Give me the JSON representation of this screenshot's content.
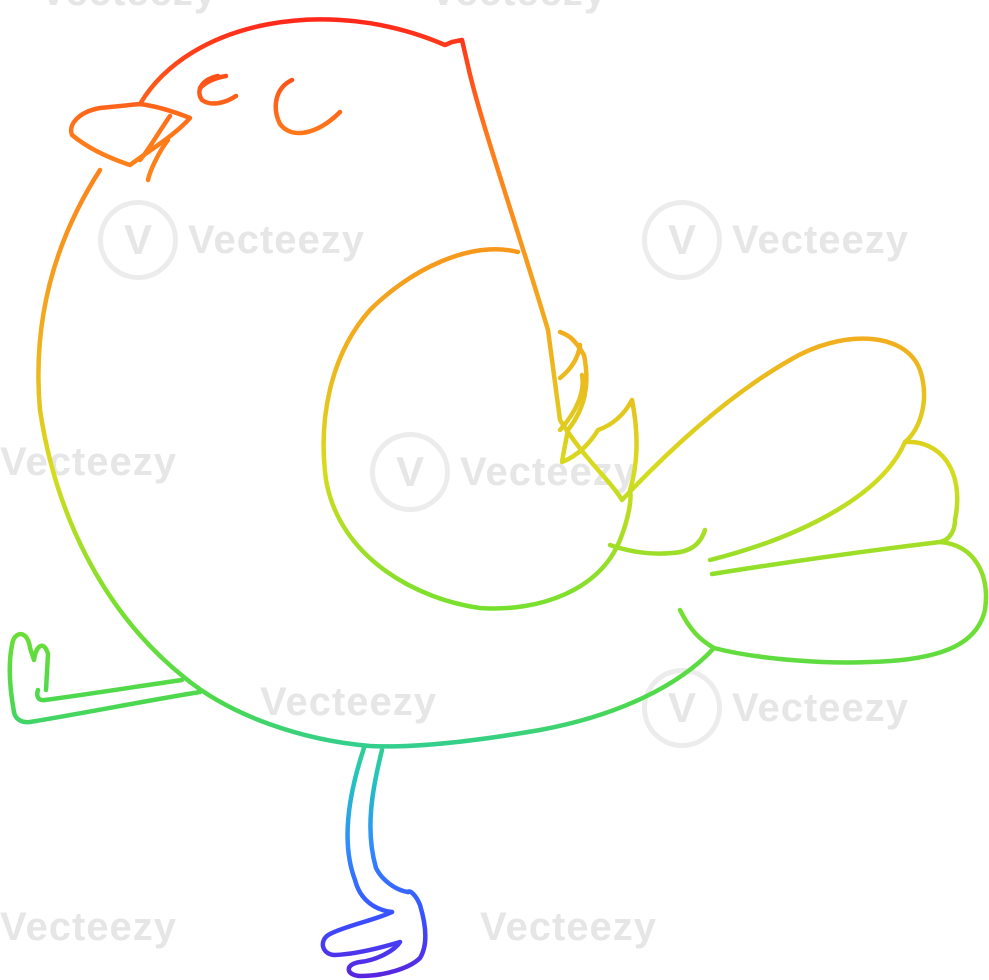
{
  "image": {
    "subject": "bird",
    "style": "rainbow gradient line drawing",
    "colors": {
      "background": "#ffffff",
      "red": "#ff1a1a",
      "orange": "#ff7a1a",
      "yellow": "#f0d21e",
      "green": "#66dd33",
      "cyan": "#22c8c8",
      "blue": "#2f6fff",
      "violet": "#5a22dd"
    }
  },
  "watermark": {
    "text": "Vecteezy",
    "icon": "vecteezy-v-logo-icon"
  }
}
